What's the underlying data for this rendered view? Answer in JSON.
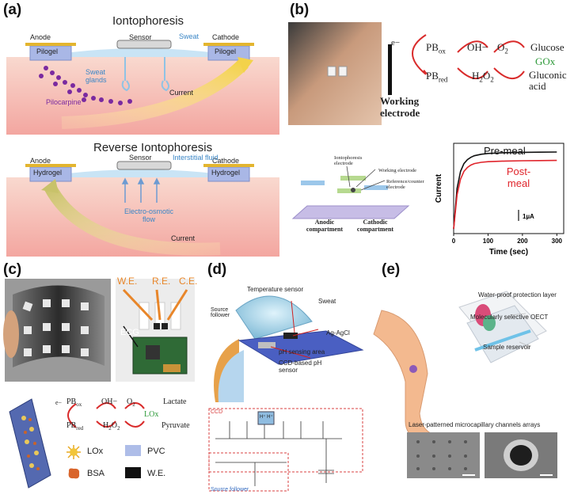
{
  "panels": {
    "a": {
      "label": "(a)",
      "ionto": {
        "title": "Iontophoresis",
        "anode": "Anode",
        "cathode": "Cathode",
        "sensor": "Sensor",
        "sweat": "Sweat",
        "pilogel_left": "Pilogel",
        "pilogel_right": "Pilogel",
        "sweat_glands": "Sweat glands",
        "pilocarpine": "Pilocarpine",
        "current": "Current"
      },
      "reverse": {
        "title": "Reverse Iontophoresis",
        "anode": "Anode",
        "cathode": "Cathode",
        "sensor": "Sensor",
        "interstitial": "Interstitial fluid",
        "hydrogel_left": "Hydrogel",
        "hydrogel_right": "Hydrogel",
        "eo_flow": "Electro-osmotic flow",
        "current": "Current"
      }
    },
    "b": {
      "label": "(b)",
      "e": "e−",
      "pbox": "PB",
      "pbox_sub": "ox",
      "pbred": "PB",
      "pbred_sub": "red",
      "oh": "OH−",
      "o2": "O",
      "o2_sub": "2",
      "h2o2": "H",
      "glucose": "Glucose",
      "gox": "GOx",
      "gluconic": "Gluconic acid",
      "working_electrode": "Working electrode",
      "iontophoresis_electrode": "Iontophoresis electrode",
      "working_electrode_small": "Working electrode",
      "ref_counter": "Reference/counter electrode",
      "anodic": "Anodic compartment",
      "cathodic": "Cathodic compartment"
    },
    "c": {
      "label": "(c)",
      "we": "W.E.",
      "re": "R.E.",
      "ce": "C.E.",
      "ecg": "ECG",
      "pbox": "PB",
      "pbox_sub": "ox",
      "oh": "OH−",
      "o2": "O",
      "o2_sub": "2",
      "lactate": "Lactate",
      "lox_mid": "LOx",
      "pbred": "PB",
      "pbred_sub": "red",
      "h2o2": "H",
      "pyruvate": "Pyruvate",
      "e": "e−",
      "legend_lox": "LOx",
      "legend_pvc": "PVC",
      "legend_bsa": "BSA",
      "legend_we": "W.E."
    },
    "d": {
      "label": "(d)",
      "temp_sensor": "Temperature sensor",
      "sweat": "Sweat",
      "source_follower_top": "Source follower",
      "ag_agcl": "Ag-AgCl",
      "ph_area": "pH sensing area",
      "ccd_ph": "CCD-based pH sensor",
      "ccd": "CCD",
      "source_follower_bottom": "Source follower",
      "h_ions": "H⁺ H⁺"
    },
    "e": {
      "label": "(e)",
      "waterproof": "Water-proof protection layer",
      "oect": "Molecularly selective OECT",
      "reservoir": "Sample reservoir",
      "laser": "Laser-patterned microcapillary channels arrays"
    }
  },
  "chart_data": {
    "type": "line",
    "title": "",
    "xlabel": "Time (sec)",
    "ylabel": "Current",
    "xlim": [
      0,
      320
    ],
    "xticks": [
      "0",
      "100",
      "200",
      "300"
    ],
    "scale_bar": "1µA",
    "series": [
      {
        "name": "Pre-meal",
        "color": "#111111",
        "x": [
          0,
          10,
          20,
          30,
          40,
          50,
          60,
          80,
          100,
          150,
          200,
          250,
          300
        ],
        "y": [
          0,
          2.6,
          3.7,
          4.2,
          4.45,
          4.6,
          4.7,
          4.8,
          4.85,
          4.9,
          4.92,
          4.93,
          4.94
        ]
      },
      {
        "name": "Post-meal",
        "color": "#e0242b",
        "x": [
          0,
          10,
          20,
          30,
          40,
          50,
          60,
          80,
          100,
          150,
          200,
          250,
          300
        ],
        "y": [
          0,
          2.2,
          3.2,
          3.7,
          3.95,
          4.1,
          4.2,
          4.28,
          4.32,
          4.36,
          4.38,
          4.39,
          4.4
        ]
      }
    ]
  }
}
